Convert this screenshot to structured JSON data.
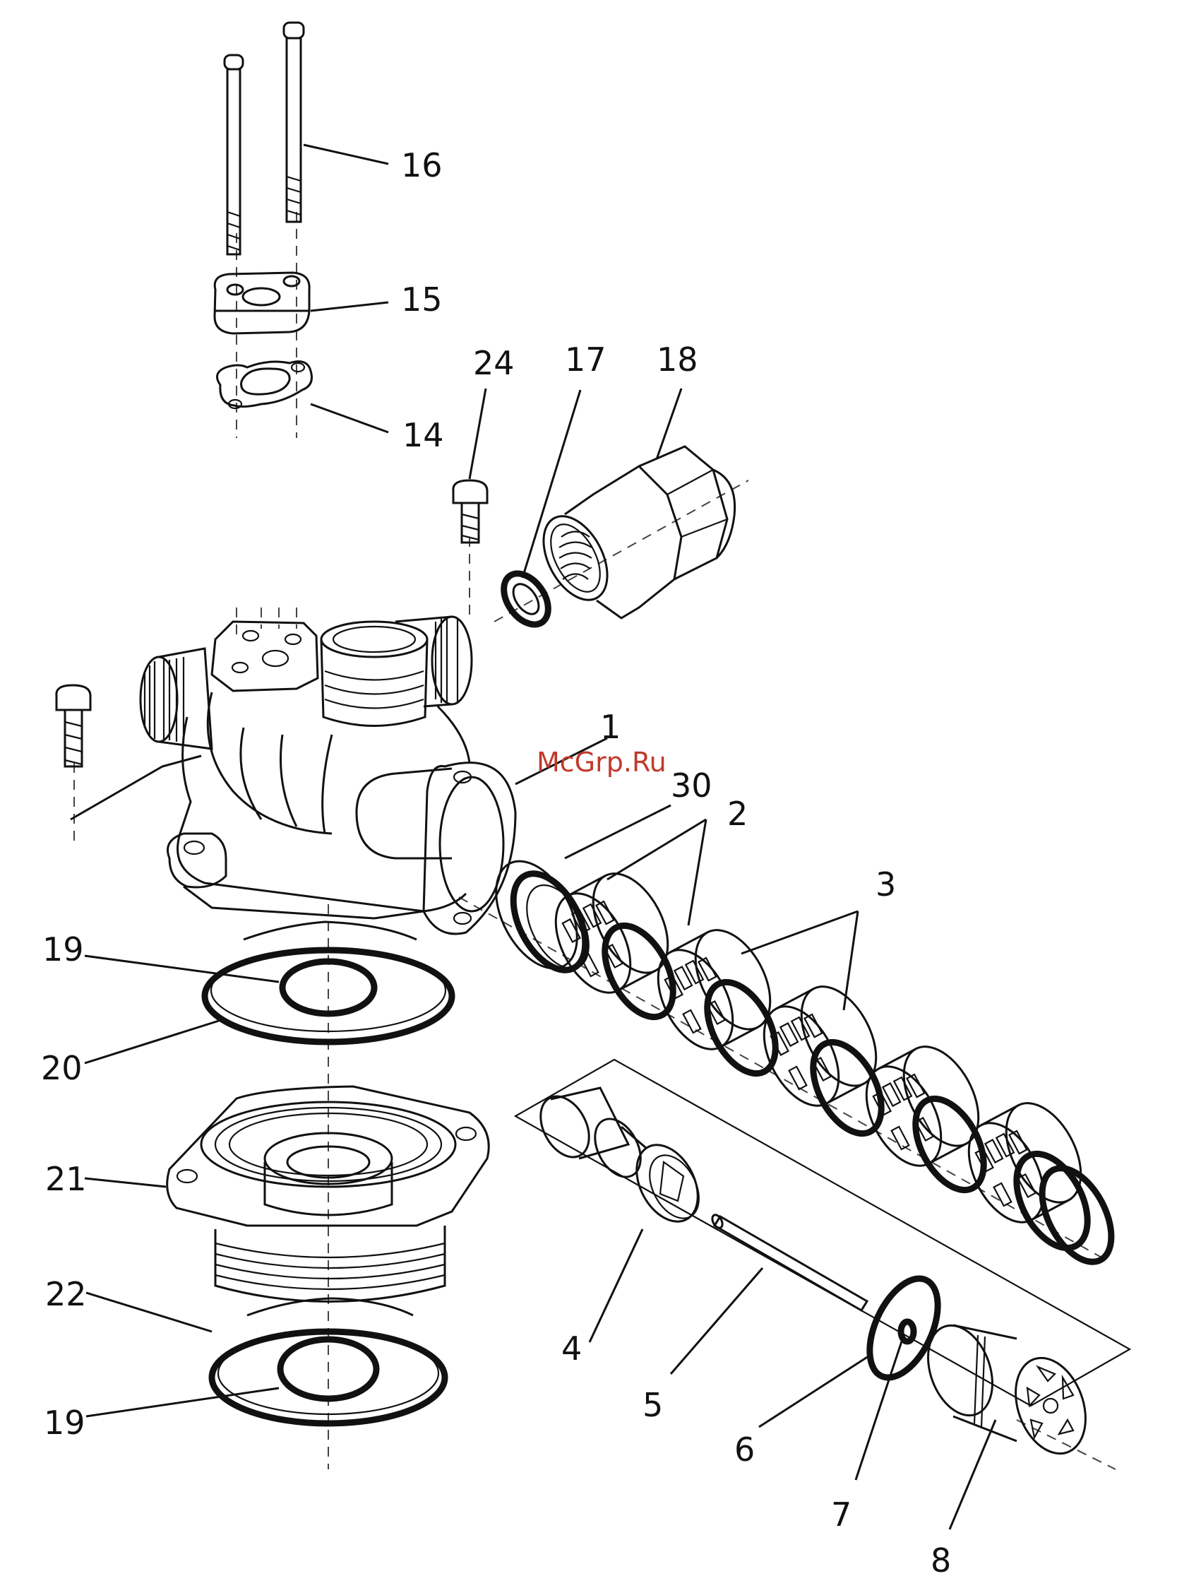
{
  "watermark": {
    "text": "McGrp.Ru",
    "color": "#c0392b"
  },
  "labels": [
    {
      "id": "16",
      "text": "16"
    },
    {
      "id": "15",
      "text": "15"
    },
    {
      "id": "14",
      "text": "14"
    },
    {
      "id": "24",
      "text": "24"
    },
    {
      "id": "17",
      "text": "17"
    },
    {
      "id": "18",
      "text": "18"
    },
    {
      "id": "1",
      "text": "1"
    },
    {
      "id": "30",
      "text": "30"
    },
    {
      "id": "2",
      "text": "2"
    },
    {
      "id": "3",
      "text": "3"
    },
    {
      "id": "19a",
      "text": "19"
    },
    {
      "id": "20",
      "text": "20"
    },
    {
      "id": "21",
      "text": "21"
    },
    {
      "id": "22",
      "text": "22"
    },
    {
      "id": "19b",
      "text": "19"
    },
    {
      "id": "4",
      "text": "4"
    },
    {
      "id": "5",
      "text": "5"
    },
    {
      "id": "6",
      "text": "6"
    },
    {
      "id": "7",
      "text": "7"
    },
    {
      "id": "8",
      "text": "8"
    }
  ]
}
